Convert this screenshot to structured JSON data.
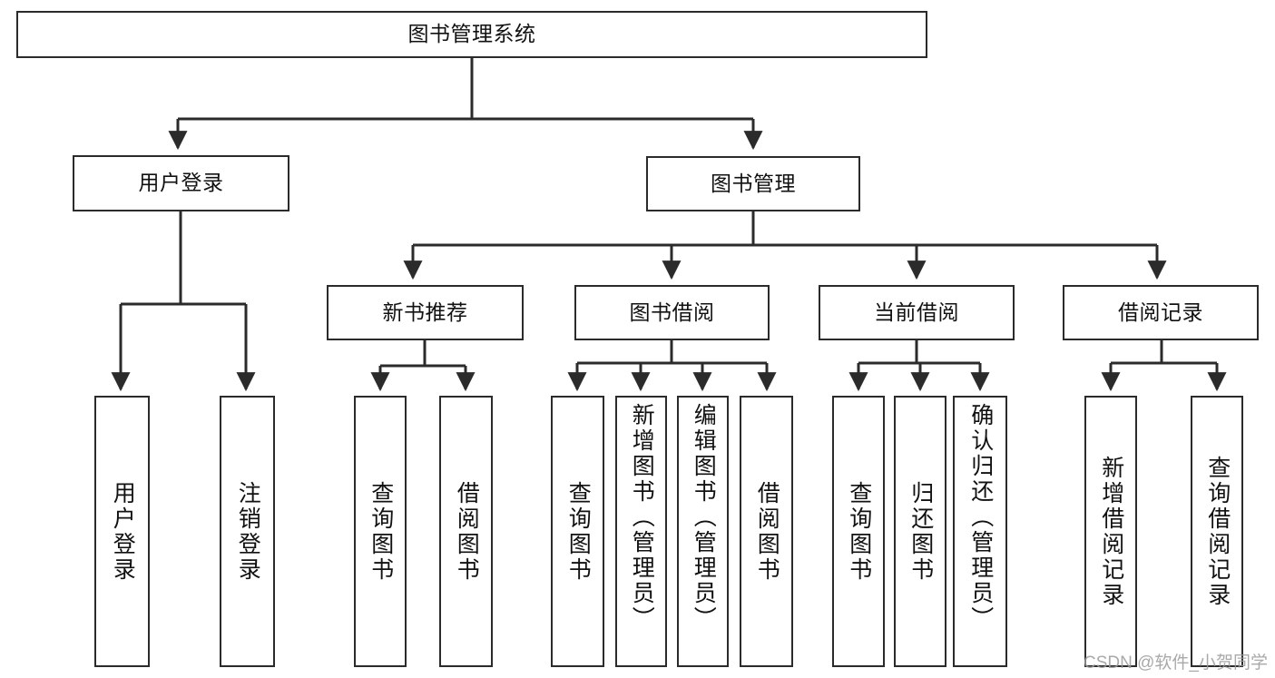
{
  "diagram": {
    "type": "tree-hierarchy",
    "title": "图书管理系统",
    "orientation": "top-down",
    "colors": {
      "stroke": "#2b2b2b",
      "fill": "#ffffff",
      "text": "#111111",
      "watermark": "#9b9b9b"
    },
    "root": {
      "id": "root",
      "label": "图书管理系统"
    },
    "level1": [
      {
        "id": "user-login",
        "label": "用户登录"
      },
      {
        "id": "book-manage",
        "label": "图书管理"
      }
    ],
    "level2": [
      {
        "id": "new-book-recommend",
        "label": "新书推荐"
      },
      {
        "id": "book-borrow",
        "label": "图书借阅"
      },
      {
        "id": "current-borrow",
        "label": "当前借阅"
      },
      {
        "id": "borrow-record",
        "label": "借阅记录"
      }
    ],
    "leaves": {
      "user-login": [
        {
          "id": "leaf-user-login",
          "label": "用户登录"
        },
        {
          "id": "leaf-logout-login",
          "label": "注销登录"
        }
      ],
      "new-book-recommend": [
        {
          "id": "leaf-query-book-1",
          "label": "查询图书"
        },
        {
          "id": "leaf-borrow-book-1",
          "label": "借阅图书"
        }
      ],
      "book-borrow": [
        {
          "id": "leaf-query-book-2",
          "label": "查询图书"
        },
        {
          "id": "leaf-add-book-admin",
          "label": "新增图书（管理员）"
        },
        {
          "id": "leaf-edit-book-admin",
          "label": "编辑图书（管理员）"
        },
        {
          "id": "leaf-borrow-book-2",
          "label": "借阅图书"
        }
      ],
      "current-borrow": [
        {
          "id": "leaf-query-book-3",
          "label": "查询图书"
        },
        {
          "id": "leaf-return-book",
          "label": "归还图书"
        },
        {
          "id": "leaf-confirm-return-admin",
          "label": "确认归还（管理员）"
        }
      ],
      "borrow-record": [
        {
          "id": "leaf-add-borrow-record",
          "label": "新增借阅记录"
        },
        {
          "id": "leaf-query-borrow-record",
          "label": "查询借阅记录"
        }
      ]
    }
  },
  "watermark": {
    "text": "CSDN @软件_小贺同学"
  }
}
